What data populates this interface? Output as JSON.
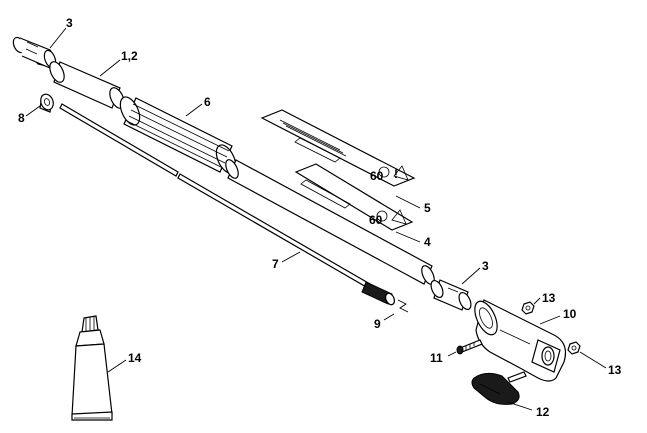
{
  "callouts": {
    "c3a": "3",
    "c12": "1,2",
    "c6": "6",
    "c8": "8",
    "c5": "5",
    "c4": "4",
    "c7": "7",
    "c3b": "3",
    "c9": "9",
    "c13a": "13",
    "c10": "10",
    "c11": "11",
    "c13b": "13",
    "c14": "14",
    "c12b": "12"
  },
  "decals": {
    "warning_symbol": "!",
    "small_mark_a": "60",
    "small_mark_b": "60"
  },
  "colors": {
    "line": "#000000",
    "background": "#ffffff",
    "dark_part": "#1a1a1a"
  }
}
